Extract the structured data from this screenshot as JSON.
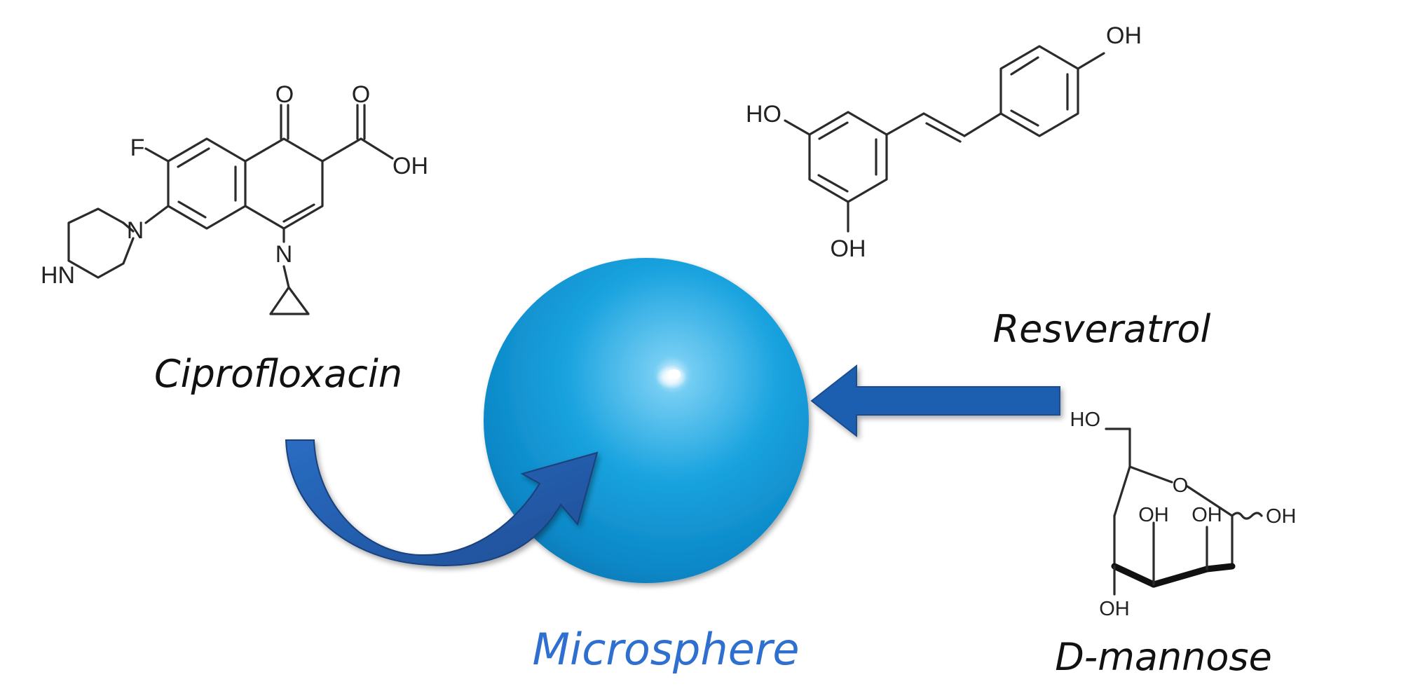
{
  "center": {
    "label": "Microsphere",
    "label_color": "#2f6fcf",
    "sphere_color": "#1aa3df",
    "arrow_color": "#1f5fb0"
  },
  "ciprofloxacin": {
    "name": "Ciprofloxacin",
    "atoms": {
      "fluorine": "F",
      "oxygen_ketone": "O",
      "oxygen_acid": "O",
      "hydroxyl": "OH",
      "nitrogen_ring": "N",
      "nitrogen_pip": "N",
      "amine": "HN"
    }
  },
  "resveratrol": {
    "name": "Resveratrol",
    "atoms": {
      "oh_top": "OH",
      "oh_left": "HO",
      "oh_bottom": "OH"
    }
  },
  "mannose": {
    "name": "D-mannose",
    "atoms": {
      "ho": "HO",
      "ring_o": "O",
      "oh1": "OH",
      "oh2": "OH",
      "oh3": "OH",
      "oh4": "OH"
    }
  }
}
